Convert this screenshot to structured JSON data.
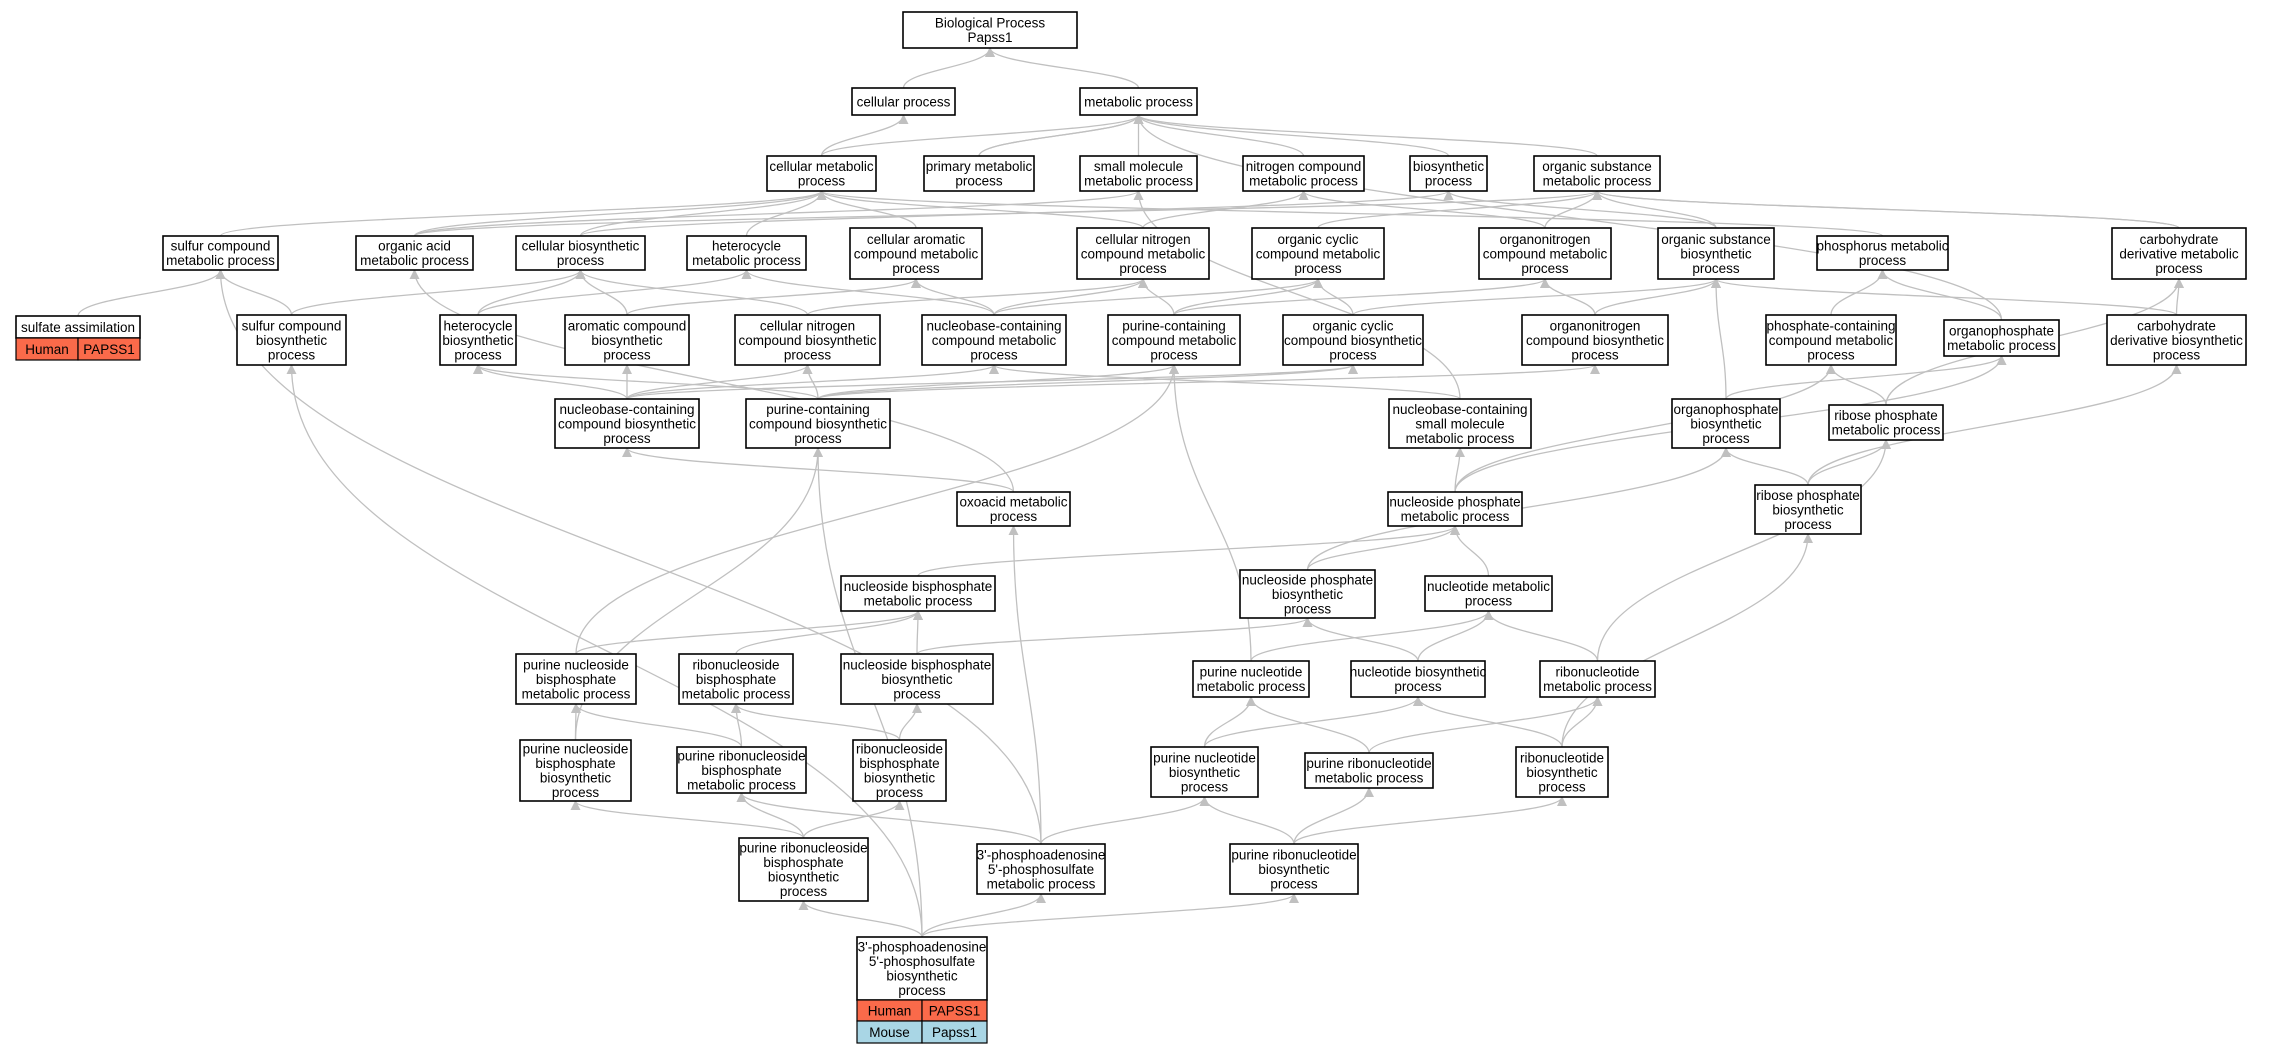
{
  "nodes": [
    {
      "id": "bp",
      "lines": [
        "Biological Process",
        "Papss1"
      ]
    },
    {
      "id": "cp",
      "lines": [
        "cellular process"
      ]
    },
    {
      "id": "mp",
      "lines": [
        "metabolic process"
      ]
    },
    {
      "id": "cmp",
      "lines": [
        "cellular metabolic",
        "process"
      ]
    },
    {
      "id": "pmp",
      "lines": [
        "primary metabolic",
        "process"
      ]
    },
    {
      "id": "smmp",
      "lines": [
        "small molecule",
        "metabolic process"
      ]
    },
    {
      "id": "ncmp",
      "lines": [
        "nitrogen compound",
        "metabolic process"
      ]
    },
    {
      "id": "bsp",
      "lines": [
        "biosynthetic",
        "process"
      ]
    },
    {
      "id": "osmp",
      "lines": [
        "organic substance",
        "metabolic process"
      ]
    },
    {
      "id": "scmp",
      "lines": [
        "sulfur compound",
        "metabolic process"
      ]
    },
    {
      "id": "oamp",
      "lines": [
        "organic acid",
        "metabolic process"
      ]
    },
    {
      "id": "cbp",
      "lines": [
        "cellular biosynthetic",
        "process"
      ]
    },
    {
      "id": "hmp",
      "lines": [
        "heterocycle",
        "metabolic process"
      ]
    },
    {
      "id": "cacmp",
      "lines": [
        "cellular aromatic",
        "compound metabolic",
        "process"
      ]
    },
    {
      "id": "cncmp",
      "lines": [
        "cellular nitrogen",
        "compound metabolic",
        "process"
      ]
    },
    {
      "id": "occmp",
      "lines": [
        "organic cyclic",
        "compound metabolic",
        "process"
      ]
    },
    {
      "id": "oncmp",
      "lines": [
        "organonitrogen",
        "compound metabolic",
        "process"
      ]
    },
    {
      "id": "osbp",
      "lines": [
        "organic substance",
        "biosynthetic",
        "process"
      ]
    },
    {
      "id": "phmp",
      "lines": [
        "phosphorus metabolic",
        "process"
      ]
    },
    {
      "id": "cdmp",
      "lines": [
        "carbohydrate",
        "derivative metabolic",
        "process"
      ]
    },
    {
      "id": "sa",
      "lines": [
        "sulfate assimilation"
      ],
      "annotations": [
        [
          "Human",
          "PAPSS1"
        ]
      ]
    },
    {
      "id": "scbp",
      "lines": [
        "sulfur compound",
        "biosynthetic",
        "process"
      ]
    },
    {
      "id": "hbp",
      "lines": [
        "heterocycle",
        "biosynthetic",
        "process"
      ]
    },
    {
      "id": "acbp",
      "lines": [
        "aromatic compound",
        "biosynthetic",
        "process"
      ]
    },
    {
      "id": "cncbp",
      "lines": [
        "cellular nitrogen",
        "compound biosynthetic",
        "process"
      ]
    },
    {
      "id": "nbcmp",
      "lines": [
        "nucleobase-containing",
        "compound metabolic",
        "process"
      ]
    },
    {
      "id": "pccmp",
      "lines": [
        "purine-containing",
        "compound metabolic",
        "process"
      ]
    },
    {
      "id": "occbp",
      "lines": [
        "organic cyclic",
        "compound biosynthetic",
        "process"
      ]
    },
    {
      "id": "oncbp",
      "lines": [
        "organonitrogen",
        "compound biosynthetic",
        "process"
      ]
    },
    {
      "id": "pcmp",
      "lines": [
        "phosphate-containing",
        "compound metabolic",
        "process"
      ]
    },
    {
      "id": "opmp",
      "lines": [
        "organophosphate",
        "metabolic process"
      ]
    },
    {
      "id": "cdbp",
      "lines": [
        "carbohydrate",
        "derivative biosynthetic",
        "process"
      ]
    },
    {
      "id": "nbcbp",
      "lines": [
        "nucleobase-containing",
        "compound biosynthetic",
        "process"
      ]
    },
    {
      "id": "pccbp",
      "lines": [
        "purine-containing",
        "compound biosynthetic",
        "process"
      ]
    },
    {
      "id": "nbsmmp",
      "lines": [
        "nucleobase-containing",
        "small molecule",
        "metabolic process"
      ]
    },
    {
      "id": "opbp",
      "lines": [
        "organophosphate",
        "biosynthetic",
        "process"
      ]
    },
    {
      "id": "rpmp",
      "lines": [
        "ribose phosphate",
        "metabolic process"
      ]
    },
    {
      "id": "oxmp",
      "lines": [
        "oxoacid metabolic",
        "process"
      ]
    },
    {
      "id": "nspmp",
      "lines": [
        "nucleoside phosphate",
        "metabolic process"
      ]
    },
    {
      "id": "rpbp",
      "lines": [
        "ribose phosphate",
        "biosynthetic",
        "process"
      ]
    },
    {
      "id": "nsbpmp",
      "lines": [
        "nucleoside bisphosphate",
        "metabolic process"
      ]
    },
    {
      "id": "nspbp",
      "lines": [
        "nucleoside phosphate",
        "biosynthetic",
        "process"
      ]
    },
    {
      "id": "ntmp",
      "lines": [
        "nucleotide metabolic",
        "process"
      ]
    },
    {
      "id": "pnsbpmp",
      "lines": [
        "purine nucleoside",
        "bisphosphate",
        "metabolic process"
      ]
    },
    {
      "id": "rnsbpmp",
      "lines": [
        "ribonucleoside",
        "bisphosphate",
        "metabolic process"
      ]
    },
    {
      "id": "nsbpbp",
      "lines": [
        "nucleoside bisphosphate",
        "biosynthetic",
        "process"
      ]
    },
    {
      "id": "pntmp",
      "lines": [
        "purine nucleotide",
        "metabolic process"
      ]
    },
    {
      "id": "ntbp",
      "lines": [
        "nucleotide biosynthetic",
        "process"
      ]
    },
    {
      "id": "rntmp",
      "lines": [
        "ribonucleotide",
        "metabolic process"
      ]
    },
    {
      "id": "pnsbpbp",
      "lines": [
        "purine nucleoside",
        "bisphosphate",
        "biosynthetic",
        "process"
      ]
    },
    {
      "id": "prnsbpmp",
      "lines": [
        "purine ribonucleoside",
        "bisphosphate",
        "metabolic process"
      ]
    },
    {
      "id": "rnsbpbp",
      "lines": [
        "ribonucleoside",
        "bisphosphate",
        "biosynthetic",
        "process"
      ]
    },
    {
      "id": "pntbp",
      "lines": [
        "purine nucleotide",
        "biosynthetic",
        "process"
      ]
    },
    {
      "id": "prntmp",
      "lines": [
        "purine ribonucleotide",
        "metabolic process"
      ]
    },
    {
      "id": "rntbp",
      "lines": [
        "ribonucleotide",
        "biosynthetic",
        "process"
      ]
    },
    {
      "id": "prnsbpbp",
      "lines": [
        "purine ribonucleoside",
        "bisphosphate",
        "biosynthetic",
        "process"
      ]
    },
    {
      "id": "papsmp",
      "lines": [
        "3'-phosphoadenosine",
        "5'-phosphosulfate",
        "metabolic process"
      ]
    },
    {
      "id": "prntbp",
      "lines": [
        "purine ribonucleotide",
        "biosynthetic",
        "process"
      ]
    },
    {
      "id": "papsbp",
      "lines": [
        "3'-phosphoadenosine",
        "5'-phosphosulfate",
        "biosynthetic",
        "process"
      ],
      "annotations": [
        [
          "Human",
          "PAPSS1"
        ],
        [
          "Mouse",
          "Papss1"
        ]
      ]
    }
  ],
  "edges": [
    [
      "cp",
      "bp"
    ],
    [
      "mp",
      "bp"
    ],
    [
      "cmp",
      "cp"
    ],
    [
      "cmp",
      "mp"
    ],
    [
      "pmp",
      "mp"
    ],
    [
      "smmp",
      "mp"
    ],
    [
      "ncmp",
      "mp"
    ],
    [
      "bsp",
      "mp"
    ],
    [
      "osmp",
      "mp"
    ],
    [
      "opmp",
      "mp"
    ],
    [
      "cdmp",
      "osmp"
    ],
    [
      "scmp",
      "cmp"
    ],
    [
      "oamp",
      "cmp"
    ],
    [
      "oamp",
      "smmp"
    ],
    [
      "oamp",
      "osmp"
    ],
    [
      "cbp",
      "cmp"
    ],
    [
      "cbp",
      "bsp"
    ],
    [
      "hmp",
      "cmp"
    ],
    [
      "cacmp",
      "cmp"
    ],
    [
      "cncmp",
      "cmp"
    ],
    [
      "cncmp",
      "ncmp"
    ],
    [
      "occmp",
      "osmp"
    ],
    [
      "oncmp",
      "ncmp"
    ],
    [
      "oncmp",
      "osmp"
    ],
    [
      "osbp",
      "bsp"
    ],
    [
      "osbp",
      "osmp"
    ],
    [
      "phmp",
      "cmp"
    ],
    [
      "cdmp",
      "osmp"
    ],
    [
      "nbsmmp",
      "smmp"
    ],
    [
      "pmp",
      "mp"
    ],
    [
      "sa",
      "scmp"
    ],
    [
      "scbp",
      "scmp"
    ],
    [
      "scbp",
      "cbp"
    ],
    [
      "hbp",
      "hmp"
    ],
    [
      "hbp",
      "cbp"
    ],
    [
      "acbp",
      "cacmp"
    ],
    [
      "acbp",
      "cbp"
    ],
    [
      "cncbp",
      "cncmp"
    ],
    [
      "cncbp",
      "cbp"
    ],
    [
      "nbcmp",
      "hmp"
    ],
    [
      "nbcmp",
      "cacmp"
    ],
    [
      "nbcmp",
      "cncmp"
    ],
    [
      "nbcmp",
      "occmp"
    ],
    [
      "pccmp",
      "cncmp"
    ],
    [
      "pccmp",
      "occmp"
    ],
    [
      "pccmp",
      "oncmp"
    ],
    [
      "occbp",
      "occmp"
    ],
    [
      "occbp",
      "osbp"
    ],
    [
      "oncbp",
      "oncmp"
    ],
    [
      "oncbp",
      "osbp"
    ],
    [
      "pcmp",
      "phmp"
    ],
    [
      "opmp",
      "phmp"
    ],
    [
      "cdbp",
      "cdmp"
    ],
    [
      "cdbp",
      "osbp"
    ],
    [
      "nbcbp",
      "hbp"
    ],
    [
      "nbcbp",
      "acbp"
    ],
    [
      "nbcbp",
      "cncbp"
    ],
    [
      "nbcbp",
      "nbcmp"
    ],
    [
      "nbcbp",
      "occbp"
    ],
    [
      "pccbp",
      "hbp"
    ],
    [
      "pccbp",
      "cncbp"
    ],
    [
      "pccbp",
      "pccmp"
    ],
    [
      "pccbp",
      "occbp"
    ],
    [
      "pccbp",
      "oncbp"
    ],
    [
      "nbsmmp",
      "nbcmp"
    ],
    [
      "opbp",
      "osbp"
    ],
    [
      "opbp",
      "opmp"
    ],
    [
      "rpmp",
      "pcmp"
    ],
    [
      "rpmp",
      "cdmp"
    ],
    [
      "oxmp",
      "oamp"
    ],
    [
      "oxmp",
      "nbcbp"
    ],
    [
      "nspmp",
      "nbsmmp"
    ],
    [
      "nspmp",
      "pcmp"
    ],
    [
      "nspmp",
      "opmp"
    ],
    [
      "rpbp",
      "opbp"
    ],
    [
      "rpbp",
      "rpmp"
    ],
    [
      "rpbp",
      "cdbp"
    ],
    [
      "nsbpmp",
      "nspmp"
    ],
    [
      "nspbp",
      "nspmp"
    ],
    [
      "nspbp",
      "opbp"
    ],
    [
      "ntmp",
      "nspmp"
    ],
    [
      "pnsbpmp",
      "nsbpmp"
    ],
    [
      "pnsbpmp",
      "pccmp"
    ],
    [
      "rnsbpmp",
      "nsbpmp"
    ],
    [
      "nsbpbp",
      "nsbpmp"
    ],
    [
      "nsbpbp",
      "nspbp"
    ],
    [
      "pntmp",
      "ntmp"
    ],
    [
      "pntmp",
      "pccmp"
    ],
    [
      "ntbp",
      "ntmp"
    ],
    [
      "ntbp",
      "nspbp"
    ],
    [
      "rntmp",
      "ntmp"
    ],
    [
      "rntmp",
      "rpmp"
    ],
    [
      "pnsbpbp",
      "pnsbpmp"
    ],
    [
      "pnsbpbp",
      "pccbp"
    ],
    [
      "prnsbpmp",
      "pnsbpmp"
    ],
    [
      "prnsbpmp",
      "rnsbpmp"
    ],
    [
      "rnsbpbp",
      "rnsbpmp"
    ],
    [
      "rnsbpbp",
      "nsbpbp"
    ],
    [
      "pntbp",
      "pntmp"
    ],
    [
      "pntbp",
      "ntbp"
    ],
    [
      "prntmp",
      "pntmp"
    ],
    [
      "prntmp",
      "rntmp"
    ],
    [
      "rntbp",
      "ntbp"
    ],
    [
      "rntbp",
      "rntmp"
    ],
    [
      "rntbp",
      "rpbp"
    ],
    [
      "prnsbpbp",
      "pnsbpbp"
    ],
    [
      "prnsbpbp",
      "prnsbpmp"
    ],
    [
      "prnsbpbp",
      "rnsbpbp"
    ],
    [
      "papsmp",
      "scmp"
    ],
    [
      "papsmp",
      "oxmp"
    ],
    [
      "papsmp",
      "prnsbpmp"
    ],
    [
      "papsmp",
      "pntbp"
    ],
    [
      "prntbp",
      "prntmp"
    ],
    [
      "prntbp",
      "rntbp"
    ],
    [
      "prntbp",
      "pntbp"
    ],
    [
      "papsbp",
      "scbp"
    ],
    [
      "papsbp",
      "papsmp"
    ],
    [
      "papsbp",
      "prnsbpbp"
    ],
    [
      "papsbp",
      "prntbp"
    ],
    [
      "papsbp",
      "pccbp"
    ]
  ],
  "colors": {
    "human": "#fa6a4a",
    "mouse": "#a9d6e5",
    "edge": "#c0c0c0",
    "border": "#000000"
  }
}
